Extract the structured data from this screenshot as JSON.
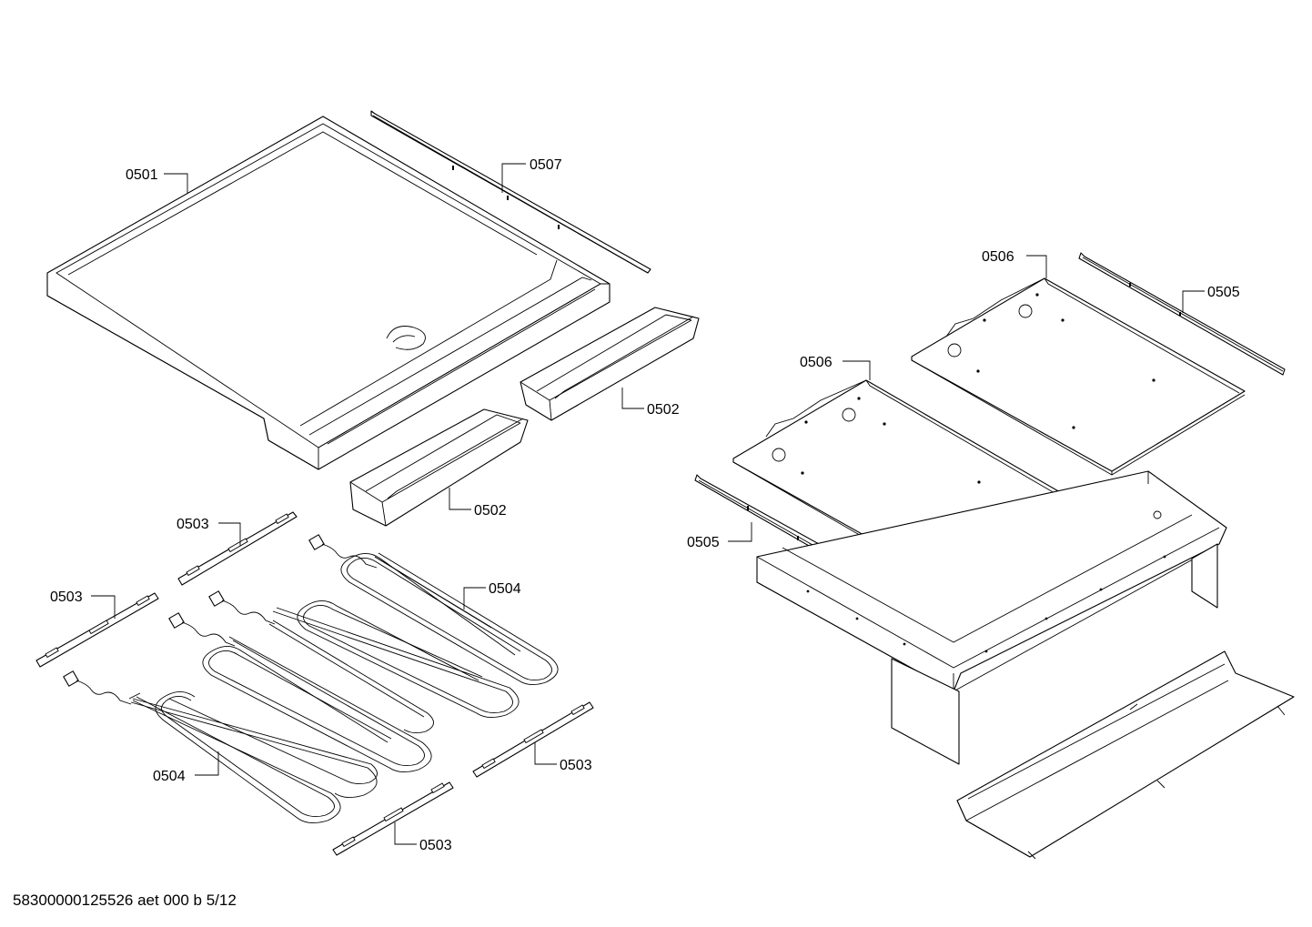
{
  "callouts": {
    "c0501": "0501",
    "c0507": "0507",
    "c0502a": "0502",
    "c0502b": "0502",
    "c0503a": "0503",
    "c0503b": "0503",
    "c0503c": "0503",
    "c0503d": "0503",
    "c0504a": "0504",
    "c0504b": "0504",
    "c0505a": "0505",
    "c0505b": "0505",
    "c0506a": "0506",
    "c0506b": "0506"
  },
  "footer": {
    "document_id": "58300000125526 aet 000 b 5/12"
  }
}
